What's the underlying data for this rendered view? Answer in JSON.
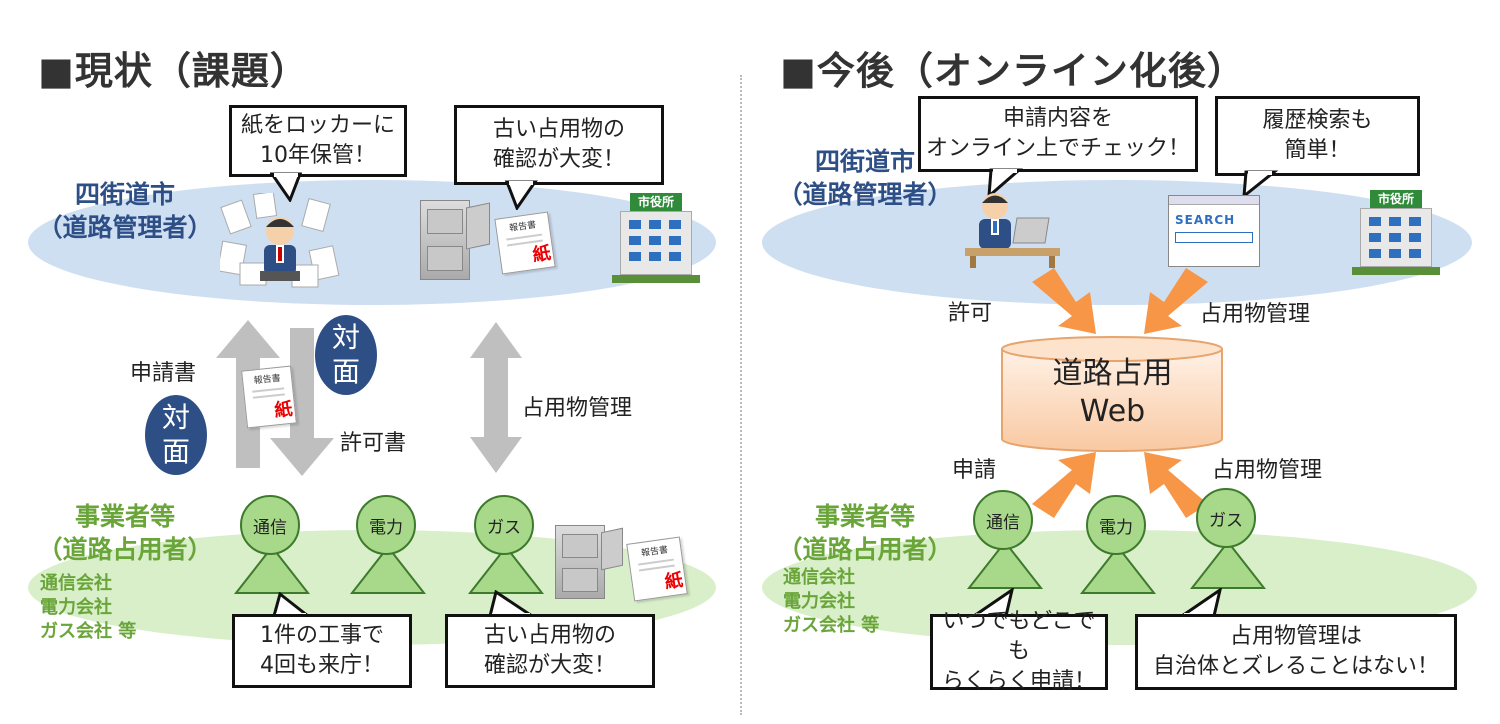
{
  "left": {
    "heading": "■現状（課題）",
    "city_label": [
      "四街道市",
      "（道路管理者）"
    ],
    "bubble_top1": [
      "紙をロッカーに",
      "10年保管！"
    ],
    "bubble_top2": [
      "古い占用物の",
      "確認が大変！"
    ],
    "paper_char": "紙",
    "report_label": "報告書",
    "building_sign": "市役所",
    "face_to_face": [
      "対",
      "面"
    ],
    "label_application": "申請書",
    "label_permit": "許可書",
    "label_management": "占用物管理",
    "biz_label": [
      "事業者等",
      "（道路占用者）"
    ],
    "biz_companies": [
      "通信会社",
      "電力会社",
      "ガス会社 等"
    ],
    "pawns": [
      "通信",
      "電力",
      "ガス"
    ],
    "bubble_bottom1": [
      "1件の工事で",
      "4回も来庁！"
    ],
    "bubble_bottom2": [
      "古い占用物の",
      "確認が大変！"
    ]
  },
  "right": {
    "heading": "■今後（オンライン化後）",
    "city_label": [
      "四街道市",
      "（道路管理者）"
    ],
    "bubble_top1": [
      "申請内容を",
      "オンライン上でチェック！"
    ],
    "bubble_top2": [
      "履歴検索も",
      "簡単！"
    ],
    "search_text": "SEARCH",
    "building_sign": "市役所",
    "label_permit": "許可",
    "label_management_top": "占用物管理",
    "web_box": [
      "道路占用",
      "Web"
    ],
    "label_application": "申請",
    "label_management_bottom": "占用物管理",
    "biz_label": [
      "事業者等",
      "（道路占用者）"
    ],
    "biz_companies": [
      "通信会社",
      "電力会社",
      "ガス会社 等"
    ],
    "pawns": [
      "通信",
      "電力",
      "ガス"
    ],
    "bubble_bottom1": [
      "いつでもどこでも",
      "らくらく申請！"
    ],
    "bubble_bottom2": [
      "占用物管理は",
      "自治体とズレることはない！"
    ]
  },
  "colors": {
    "navy": "#2e4f86",
    "green": "#6aa53a",
    "blue_ellipse": "#cfdff2",
    "green_ellipse": "#d9efc9",
    "orange_arrow": "#f79646",
    "gray_arrow": "#bfbfbf",
    "web_fill": "#fde2cc"
  }
}
